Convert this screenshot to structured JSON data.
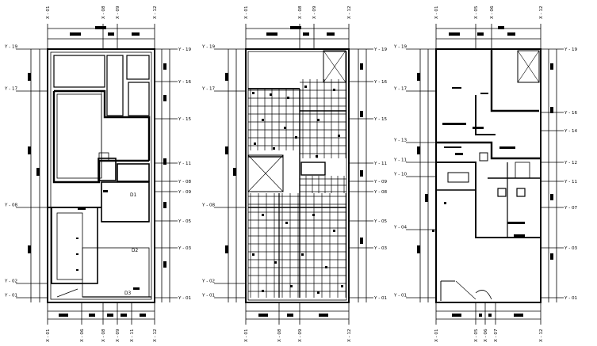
{
  "panels": [
    {
      "id": "left",
      "left_labels": [
        "Y - 19",
        "Y - 17",
        "Y - 08",
        "Y - 02",
        "Y - 01"
      ],
      "right_labels": [
        "Y - 19",
        "Y - 16",
        "Y - 15",
        "Y - 11",
        "Y - 08",
        "Y - 09",
        "Y - 05",
        "Y - 03",
        "Y - 01"
      ],
      "top_labels": [
        "X - 01",
        "X - 08",
        "X - 09",
        "X - 12"
      ],
      "bottom_labels": [
        "X - 01",
        "X - 06",
        "X - 08",
        "X - 09",
        "X - 11",
        "X - 12"
      ],
      "room_labels": [
        "D1",
        "D2",
        "D3"
      ]
    },
    {
      "id": "middle",
      "left_labels": [
        "Y - 19",
        "Y - 17",
        "Y - 08",
        "Y - 02",
        "Y - 01"
      ],
      "right_labels": [
        "Y - 19",
        "Y - 16",
        "Y - 15",
        "Y - 11",
        "Y - 09",
        "Y - 08",
        "Y - 05",
        "Y - 03",
        "Y - 01"
      ],
      "top_labels": [
        "X - 01",
        "X - 08",
        "X - 09",
        "X - 12"
      ],
      "bottom_labels": [
        "X - 01",
        "X - 08",
        "X - 09",
        "X - 12"
      ],
      "room_labels": []
    },
    {
      "id": "right",
      "left_labels": [
        "Y - 19",
        "Y - 17",
        "Y - 13",
        "Y - 11",
        "Y - 10",
        "Y - 04",
        "Y - 01"
      ],
      "right_labels": [
        "Y - 19",
        "Y - 16",
        "Y - 14",
        "Y - 12",
        "Y - 11",
        "Y - 07",
        "Y - 03",
        "Y - 01"
      ],
      "top_labels": [
        "X - 01",
        "X - 05",
        "X - 06",
        "X - 12"
      ],
      "bottom_labels": [
        "X - 01",
        "X - 05",
        "X - 06",
        "X - 07",
        "X - 12"
      ],
      "room_labels": []
    }
  ],
  "colors": {
    "line": "#000000",
    "background": "#ffffff"
  }
}
